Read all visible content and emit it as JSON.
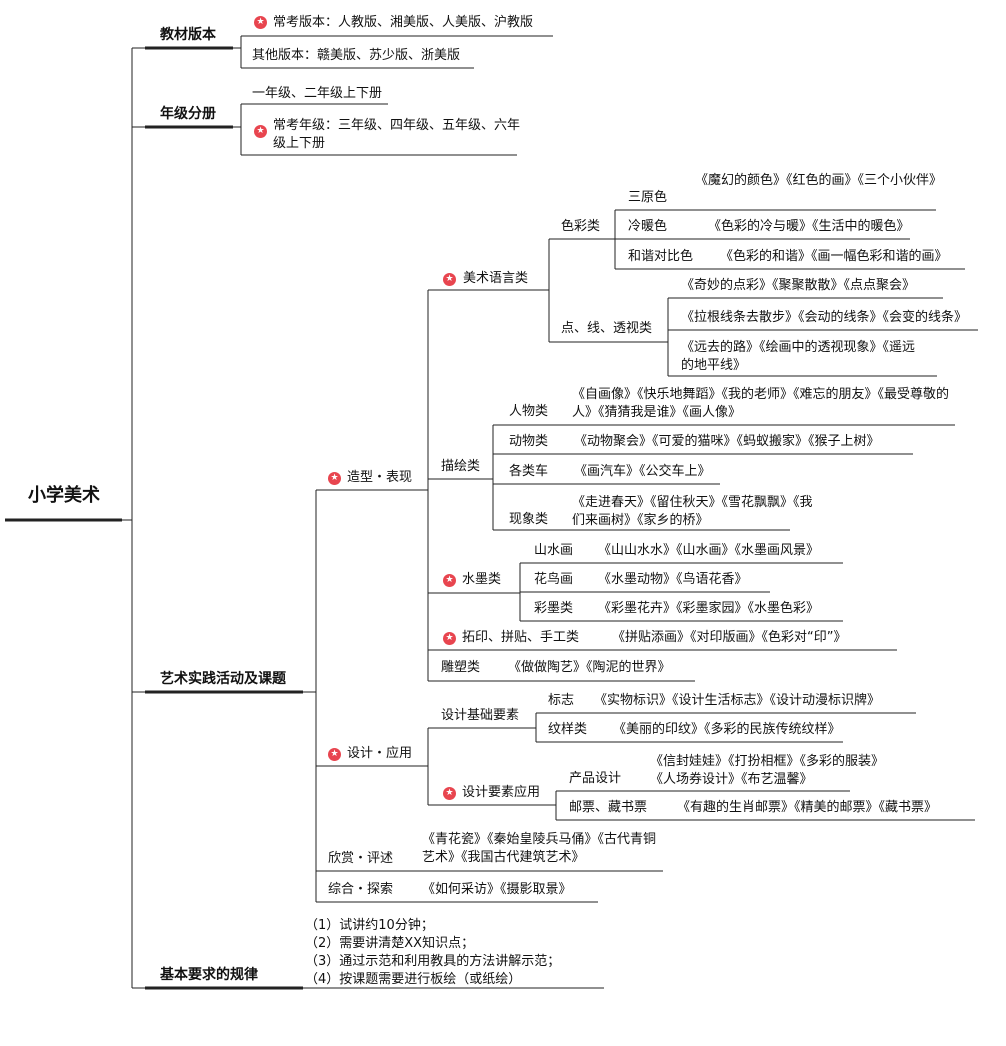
{
  "colors": {
    "line": "#222222",
    "star_bg": "#e8454f",
    "star_fg": "#ffffff"
  },
  "star_glyph": "★",
  "root": "小学美术",
  "branches": {
    "edition": {
      "title": "教材版本",
      "common": "常考版本：人教版、湘美版、人美版、沪教版",
      "other": "其他版本：赣美版、苏少版、浙美版"
    },
    "grade": {
      "title": "年级分册",
      "lower": "一年级、二年级上下册",
      "common": "常考年级：三年级、四年级、五年级、六年级上下册"
    },
    "practice": {
      "title": "艺术实践活动及课题",
      "shape": {
        "label": "造型・表现",
        "art_lang": {
          "label": "美术语言类",
          "color": {
            "label": "色彩类",
            "primary": {
              "label": "三原色",
              "lessons": "《魔幻的颜色》《红色的画》《三个小伙伴》"
            },
            "warm_cool": {
              "label": "冷暖色",
              "lessons": "《色彩的冷与暖》《生活中的暖色》"
            },
            "harmony": {
              "label": "和谐对比色",
              "lessons": "《色彩的和谐》《画一幅色彩和谐的画》"
            }
          },
          "point_line": {
            "label": "点、线、透视类",
            "l1": "《奇妙的点彩》《聚聚散散》《点点聚会》",
            "l2": "《拉根线条去散步》《会动的线条》《会变的线条》",
            "l3": "《远去的路》《绘画中的透视现象》《遥远的地平线》"
          }
        },
        "drawing": {
          "label": "描绘类",
          "people": {
            "label": "人物类",
            "lessons": "《自画像》《快乐地舞蹈》《我的老师》《难忘的朋友》《最受尊敬的人》《猜猜我是谁》《画人像》"
          },
          "animal": {
            "label": "动物类",
            "lessons": "《动物聚会》《可爱的猫咪》《蚂蚁搬家》《猴子上树》"
          },
          "vehicle": {
            "label": "各类车",
            "lessons": "《画汽车》《公交车上》"
          },
          "scene": {
            "label": "现象类",
            "lessons": "《走进春天》《留住秋天》《雪花飘飘》《我们来画树》《家乡的桥》"
          }
        },
        "ink": {
          "label": "水墨类",
          "landscape": {
            "label": "山水画",
            "lessons": "《山山水水》《山水画》《水墨画风景》"
          },
          "bird_flower": {
            "label": "花鸟画",
            "lessons": "《水墨动物》《鸟语花香》"
          },
          "colored_ink": {
            "label": "彩墨类",
            "lessons": "《彩墨花卉》《彩墨家园》《水墨色彩》"
          }
        },
        "rubbing": {
          "label": "拓印、拼贴、手工类",
          "lessons": "《拼贴添画》《对印版画》《色彩对“印”》"
        },
        "sculpt": {
          "label": "雕塑类",
          "lessons": "《做做陶艺》《陶泥的世界》"
        }
      },
      "design": {
        "label": "设计・应用",
        "basic": {
          "label": "设计基础要素",
          "logo": {
            "label": "标志",
            "lessons": "《实物标识》《设计生活标志》《设计动漫标识牌》"
          },
          "pattern": {
            "label": "纹样类",
            "lessons": "《美丽的印纹》《多彩的民族传统纹样》"
          }
        },
        "applied": {
          "label": "设计要素应用",
          "product": {
            "label": "产品设计",
            "lessons": "《信封娃娃》《打扮相框》《多彩的服装》《人场券设计》《布艺温馨》"
          },
          "stamp": {
            "label": "邮票、藏书票",
            "lessons": "《有趣的生肖邮票》《精美的邮票》《藏书票》"
          }
        }
      },
      "appreciate": {
        "label": "欣赏・评述",
        "lessons": "《青花瓷》《秦始皇陵兵马俑》《古代青铜艺术》《我国古代建筑艺术》"
      },
      "explore": {
        "label": "综合・探索",
        "lessons": "《如何采访》《摄影取景》"
      }
    },
    "rules": {
      "title": "基本要求的规律",
      "items": [
        "（1）试讲约10分钟；",
        "（2）需要讲清楚XX知识点；",
        "（3）通过示范和利用教具的方法讲解示范；",
        "（4）按课题需要进行板绘（或纸绘）"
      ]
    }
  }
}
